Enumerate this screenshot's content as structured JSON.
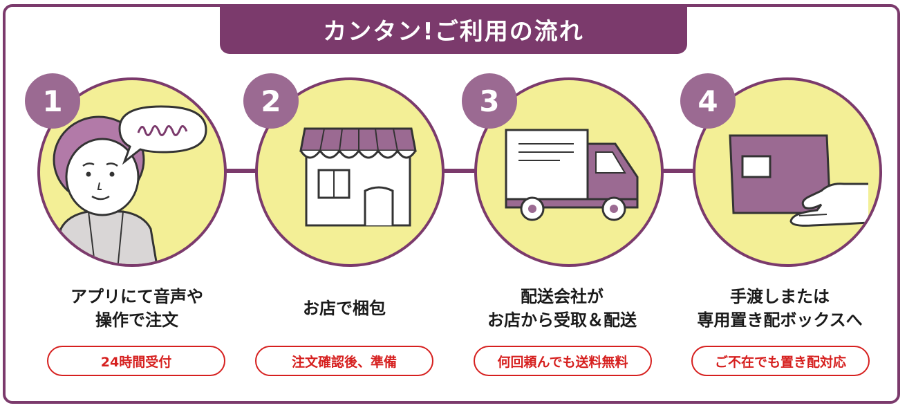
{
  "title": "カンタン!ご利用の流れ",
  "colors": {
    "primary": "#7b3a6c",
    "circle_fill": "#f3ef96",
    "number_fill": "#9b6a92",
    "accent_red": "#d6201f"
  },
  "steps": [
    {
      "number": "1",
      "line1": "アプリにて音声や",
      "line2": "操作で注文",
      "badge": "24時間受付",
      "icon": "elderly-woman-speaking-icon"
    },
    {
      "number": "2",
      "line1": "お店で梱包",
      "line2": "",
      "badge": "注文確認後、準備",
      "icon": "shop-icon"
    },
    {
      "number": "3",
      "line1": "配送会社が",
      "line2": "お店から受取＆配送",
      "badge": "何回頼んでも送料無料",
      "icon": "delivery-truck-icon"
    },
    {
      "number": "4",
      "line1": "手渡しまたは",
      "line2": "専用置き配ボックスへ",
      "badge": "ご不在でも置き配対応",
      "icon": "hand-package-icon"
    }
  ]
}
